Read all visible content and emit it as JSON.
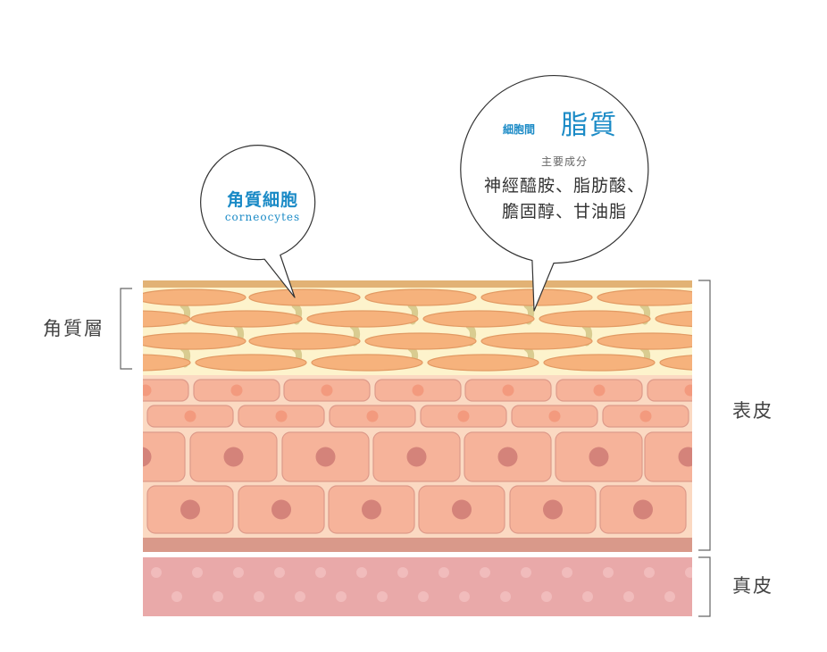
{
  "bubbles": {
    "corneocytes": {
      "title": "角質細胞",
      "subtitle": "corneocytes"
    },
    "lipids": {
      "small_label": "細胞間",
      "big_label": "脂質",
      "ingredients_label": "主要成分",
      "ingredients_line1": "神經醯胺、脂肪酸、",
      "ingredients_line2": "膽固醇、甘油脂"
    }
  },
  "labels": {
    "stratum_corneum": "角質層",
    "epidermis": "表皮",
    "dermis": "真皮"
  },
  "colors": {
    "accent_blue": "#1a8ac6",
    "corneocyte_fill": "#f6b27c",
    "lipid_matrix": "#fdf3cc",
    "lipid_strand": "#d9cc90",
    "top_band": "#e2b275",
    "epidermis_bg": "#fbd9c2",
    "cell_fill": "#f6b39a",
    "nucleus": "#d4837a",
    "basement_band": "#d9998a",
    "dermis_fill": "#e9a9a9"
  }
}
